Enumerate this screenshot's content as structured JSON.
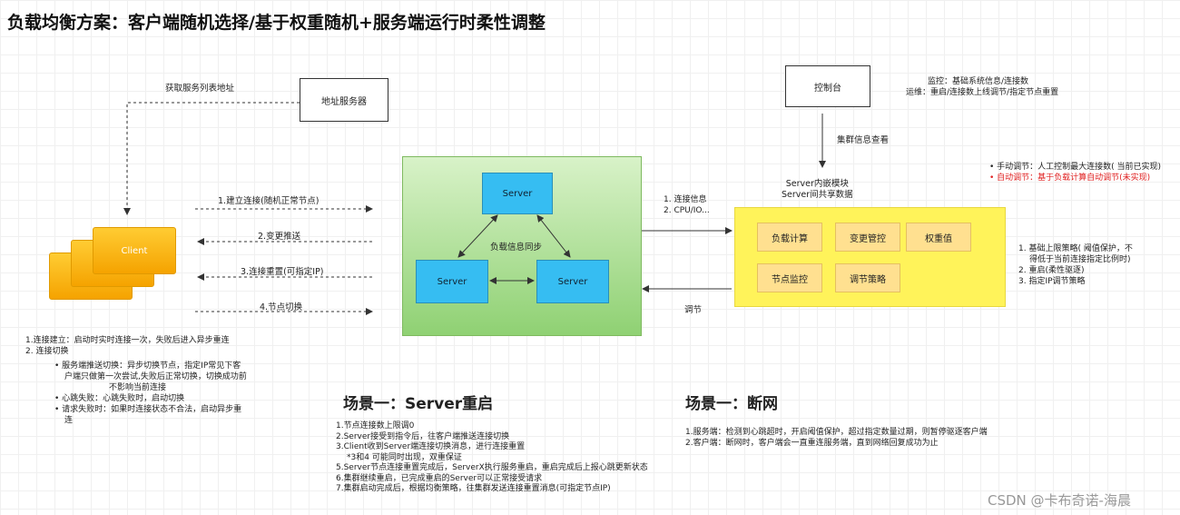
{
  "title": "负载均衡方案：客户端随机选择/基于权重随机+服务端运行时柔性调整",
  "address_server": {
    "label": "地址服务器",
    "edge_label": "获取服务列表地址"
  },
  "client": {
    "label": "Client"
  },
  "client_notes": {
    "lines": [
      "1.连接建立：启动时实时连接一次，失败后进入异步重连",
      "2. 连接切换"
    ],
    "bullets": [
      {
        "lines": [
          "服务端推送切换：异步切换节点，指定IP常见下客",
          "户端只做第一次尝试,失败后正常切换，切换成功前",
          "不影响当前连接"
        ]
      },
      {
        "lines": [
          "心跳失败：心跳失败时，启动切换"
        ]
      },
      {
        "lines": [
          "请求失败时：如果时连接状态不合法，启动异步重",
          "连"
        ]
      }
    ]
  },
  "flows": [
    "1.建立连接(随机正常节点)",
    "2.变更推送",
    "3.连接重置(可指定IP)",
    "4.节点切换"
  ],
  "cluster": {
    "servers": [
      "Server",
      "Server",
      "Server"
    ],
    "sync_label": "负载信息同步"
  },
  "console": {
    "label": "控制台",
    "edge_label": "集群信息查看",
    "notes": [
      "监控：基础系统信息/连接数",
      "运维：重启/连接数上线调节/指定节点重置"
    ]
  },
  "info_flow": [
    "1. 连接信息",
    "2. CPU/IO..."
  ],
  "adjust_label": "调节",
  "module": {
    "title_lines": [
      "Server内嵌模块",
      "Server间共享数据"
    ],
    "buttons": [
      "负载计算",
      "变更管控",
      "权重值",
      "节点监控",
      "调节策略"
    ]
  },
  "adjust_modes": {
    "manual": "手动调节：人工控制最大连接数( 当前已实现)",
    "auto": "自动调节：基于负载计算自动调节(未实现)"
  },
  "module_notes": [
    "1. 基础上限策略( 阈值保护，不",
    "得低于当前连接指定比例时)",
    "2. 重启(柔性驱逐)",
    "3. 指定IP调节策略"
  ],
  "scene1": {
    "title": "场景一：Server重启",
    "lines": [
      "1.节点连接数上限调0",
      "2.Server接受到指令后，往客户端推送连接切换",
      "3.Client收到Server端连接切换消息，进行连接重置",
      "  *3和4 可能同时出现，双重保证",
      "5.Server节点连接重置完成后，ServerX执行服务重启，重启完成后上报心跳更新状态",
      "6.集群继续重启，已完成重启的Server可以正常接受请求",
      "7.集群启动完成后，根据均衡策略，往集群发送连接重置消息(可指定节点IP)"
    ]
  },
  "scene2": {
    "title": "场景一：断网",
    "lines": [
      "1.服务端：检测到心跳超时，开启阈值保护，超过指定数量过期，则暂停驱逐客户端",
      "2.客户端：断网时，客户端会一直重连服务端，直到网络回复成功为止"
    ]
  },
  "watermark": "CSDN @卡布奇诺-海晨",
  "colors": {
    "server": "#36bdf2",
    "cluster": "#8fd173",
    "module": "#fff35a",
    "client": "#f5b800",
    "auto_text": "#e02020"
  }
}
